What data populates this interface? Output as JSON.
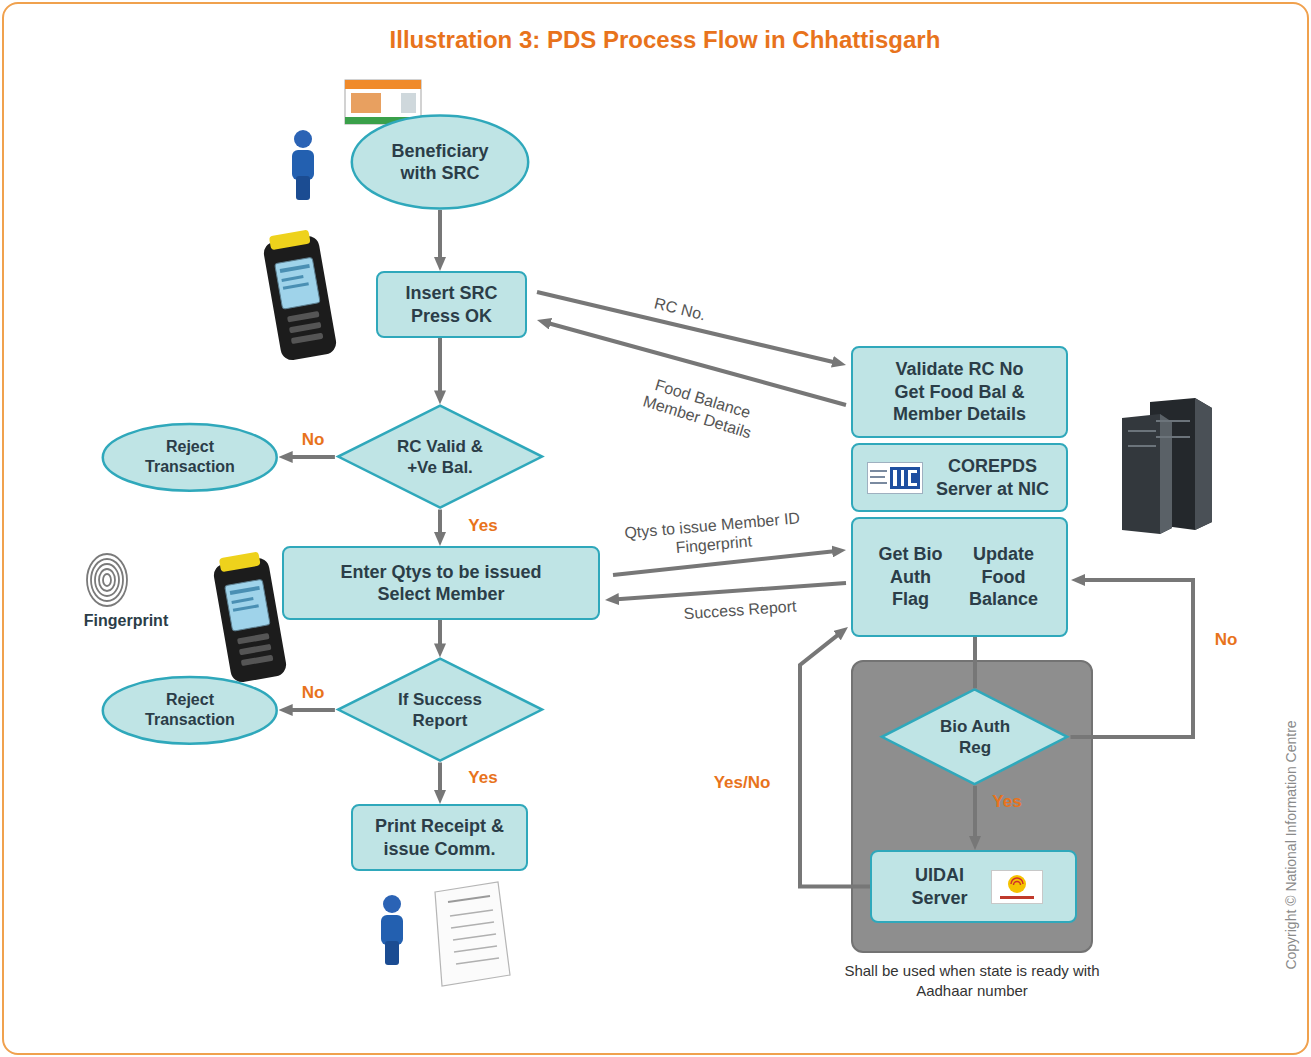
{
  "diagram": {
    "title": "Illustration 3: PDS Process Flow in Chhattisgarh",
    "nodes": [
      {
        "text": [
          "Beneficiary with SRC"
        ]
      },
      {
        "text": [
          "Insert SRC Press OK"
        ]
      },
      {
        "text": [
          "RC Valid & +Ve Bal."
        ]
      },
      {
        "text": [
          "Reject Transaction"
        ]
      },
      {
        "text": [
          "Enter Qtys to be issued Select Member"
        ]
      },
      {
        "text": [
          "If Success Report"
        ]
      },
      {
        "text": [
          "Reject Transaction"
        ]
      },
      {
        "text": [
          "Print Receipt & issue Comm."
        ]
      },
      {
        "text": [
          "Validate RC No Get Food Bal & Member Details"
        ]
      },
      {
        "text": [
          "COREPDS Server at NIC"
        ]
      },
      {
        "text": [
          "Get Bio Auth Flag",
          "Update Food Balance"
        ]
      },
      {
        "text": [
          "Shall be used when state is ready with Aadhaar number"
        ]
      },
      {
        "text": [
          "Bio Auth Reg"
        ],
        "in": 11
      },
      {
        "text": [
          "UIDAI Server"
        ],
        "in": 11
      }
    ],
    "edges": [
      {
        "from": 0,
        "to": 1,
        "arrow": "to"
      },
      {
        "from": 1,
        "to": 8,
        "label": "RC No.",
        "arrow": "to"
      },
      {
        "from": 8,
        "to": 1,
        "label": "Food Balance Member Details",
        "arrow": "to"
      },
      {
        "from": 1,
        "to": 2,
        "arrow": "to"
      },
      {
        "from": 2,
        "to": 3,
        "label": "No",
        "arrow": "to"
      },
      {
        "from": 2,
        "to": 4,
        "label": "Yes",
        "arrow": "to"
      },
      {
        "from": 4,
        "to": 10,
        "label": "Qtys to issue Member ID Fingerprint",
        "arrow": "to"
      },
      {
        "from": 10,
        "to": 4,
        "label": "Success Report",
        "arrow": "to"
      },
      {
        "from": 4,
        "to": 5,
        "arrow": "to"
      },
      {
        "from": 5,
        "to": 6,
        "label": "No",
        "arrow": "to"
      },
      {
        "from": 5,
        "to": 7,
        "label": "Yes",
        "arrow": "to"
      },
      {
        "from": 10,
        "to": 12,
        "arrow": "none"
      },
      {
        "from": 12,
        "to": 10,
        "label": "No",
        "arrow": "to"
      },
      {
        "from": 12,
        "to": 13,
        "label": "Yes",
        "arrow": "to"
      },
      {
        "from": 13,
        "to": 10,
        "label": "Yes/No",
        "arrow": "to"
      }
    ],
    "labels": [
      "Fingerprint",
      "Copyright © National Information Centre"
    ]
  }
}
